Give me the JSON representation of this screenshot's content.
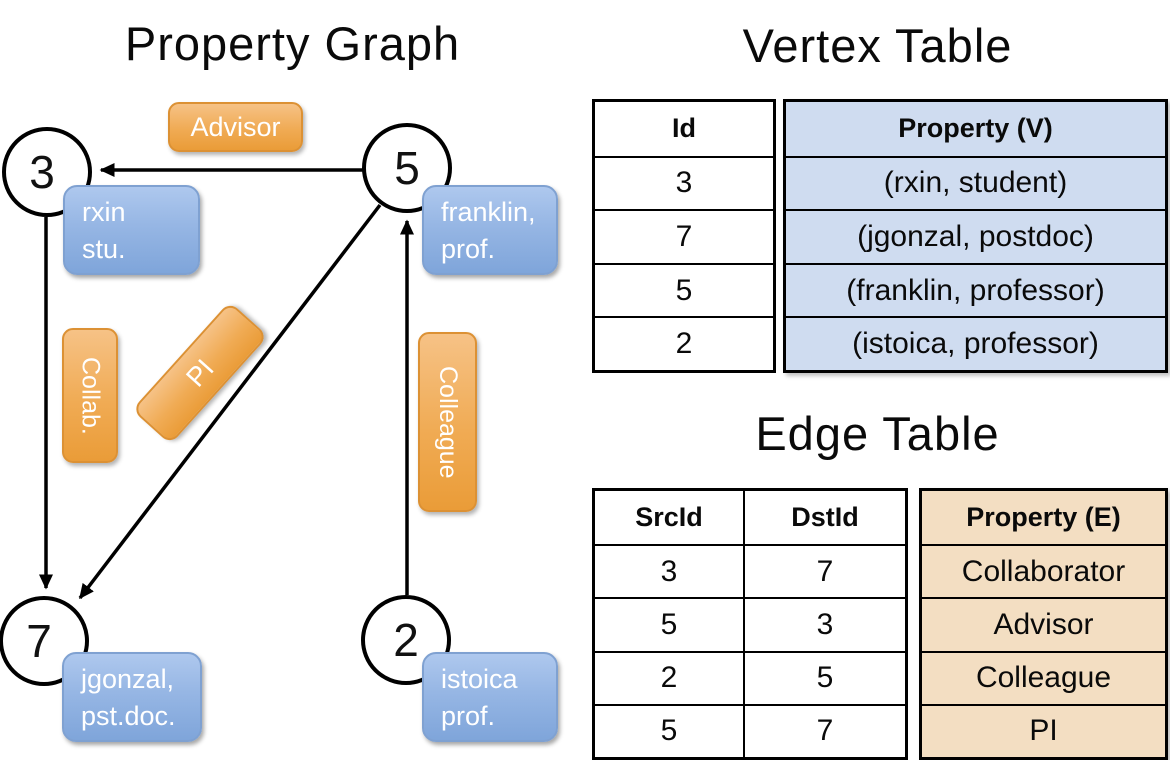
{
  "titles": {
    "property_graph": "Property Graph",
    "vertex_table": "Vertex Table",
    "edge_table": "Edge Table"
  },
  "graph": {
    "nodes": [
      {
        "id": "3",
        "property_line1": "rxin",
        "property_line2": "stu."
      },
      {
        "id": "5",
        "property_line1": "franklin,",
        "property_line2": "prof."
      },
      {
        "id": "7",
        "property_line1": "jgonzal,",
        "property_line2": "pst.doc."
      },
      {
        "id": "2",
        "property_line1": "istoica",
        "property_line2": "prof."
      }
    ],
    "edges": [
      {
        "label": "Advisor",
        "from": "5",
        "to": "3"
      },
      {
        "label": "Collab.",
        "from": "3",
        "to": "7"
      },
      {
        "label": "PI",
        "from": "5",
        "to": "7"
      },
      {
        "label": "Colleague",
        "from": "2",
        "to": "5"
      }
    ]
  },
  "vertex_table": {
    "headers": {
      "id": "Id",
      "property": "Property (V)"
    },
    "rows": [
      {
        "id": "3",
        "property": "(rxin, student)"
      },
      {
        "id": "7",
        "property": "(jgonzal, postdoc)"
      },
      {
        "id": "5",
        "property": "(franklin, professor)"
      },
      {
        "id": "2",
        "property": "(istoica, professor)"
      }
    ]
  },
  "edge_table": {
    "headers": {
      "src": "SrcId",
      "dst": "DstId",
      "property": "Property (E)"
    },
    "rows": [
      {
        "src": "3",
        "dst": "7",
        "property": "Collaborator"
      },
      {
        "src": "5",
        "dst": "3",
        "property": "Advisor"
      },
      {
        "src": "2",
        "dst": "5",
        "property": "Colleague"
      },
      {
        "src": "5",
        "dst": "7",
        "property": "PI"
      }
    ]
  },
  "colors": {
    "edge_label_orange_top": "#f6c286",
    "edge_label_orange_bottom": "#ea9c38",
    "edge_label_border": "#dc9134",
    "vertex_label_blue_top": "#aec8ee",
    "vertex_label_blue_bottom": "#7fa5da",
    "vertex_label_border": "#7fa1d1",
    "vertex_property_cell_bg": "#cfdcf0",
    "edge_property_cell_bg": "#f3dec2",
    "line_color": "#000000"
  }
}
